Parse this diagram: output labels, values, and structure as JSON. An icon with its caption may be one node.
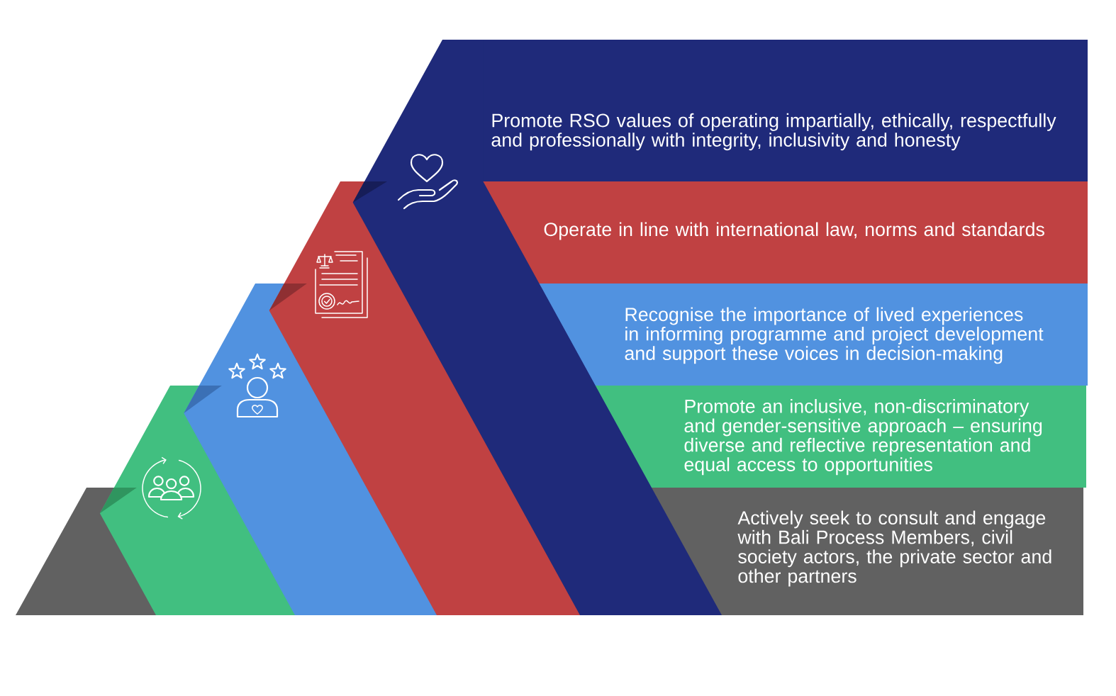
{
  "diagram": {
    "nodes": [
      {
        "text": [
          "Promote RSO values of operating impartially, ethically, respectfully and professionally with integrity, inclusivity and honesty"
        ]
      },
      {
        "text": [
          "Operate in line with international law, norms and standards"
        ]
      },
      {
        "text": [
          "Recognise the importance of lived experiences in informing programme and project development and support these voices in decision-making"
        ]
      },
      {
        "text": [
          "Promote an inclusive, non-discriminatory and gender-sensitive approach – ensuring diverse and reflective representation and equal access to opportunities"
        ]
      },
      {
        "text": [
          "Actively seek to consult and engage with Bali Process Members, civil society actors, the private sector and other partners"
        ]
      }
    ]
  }
}
